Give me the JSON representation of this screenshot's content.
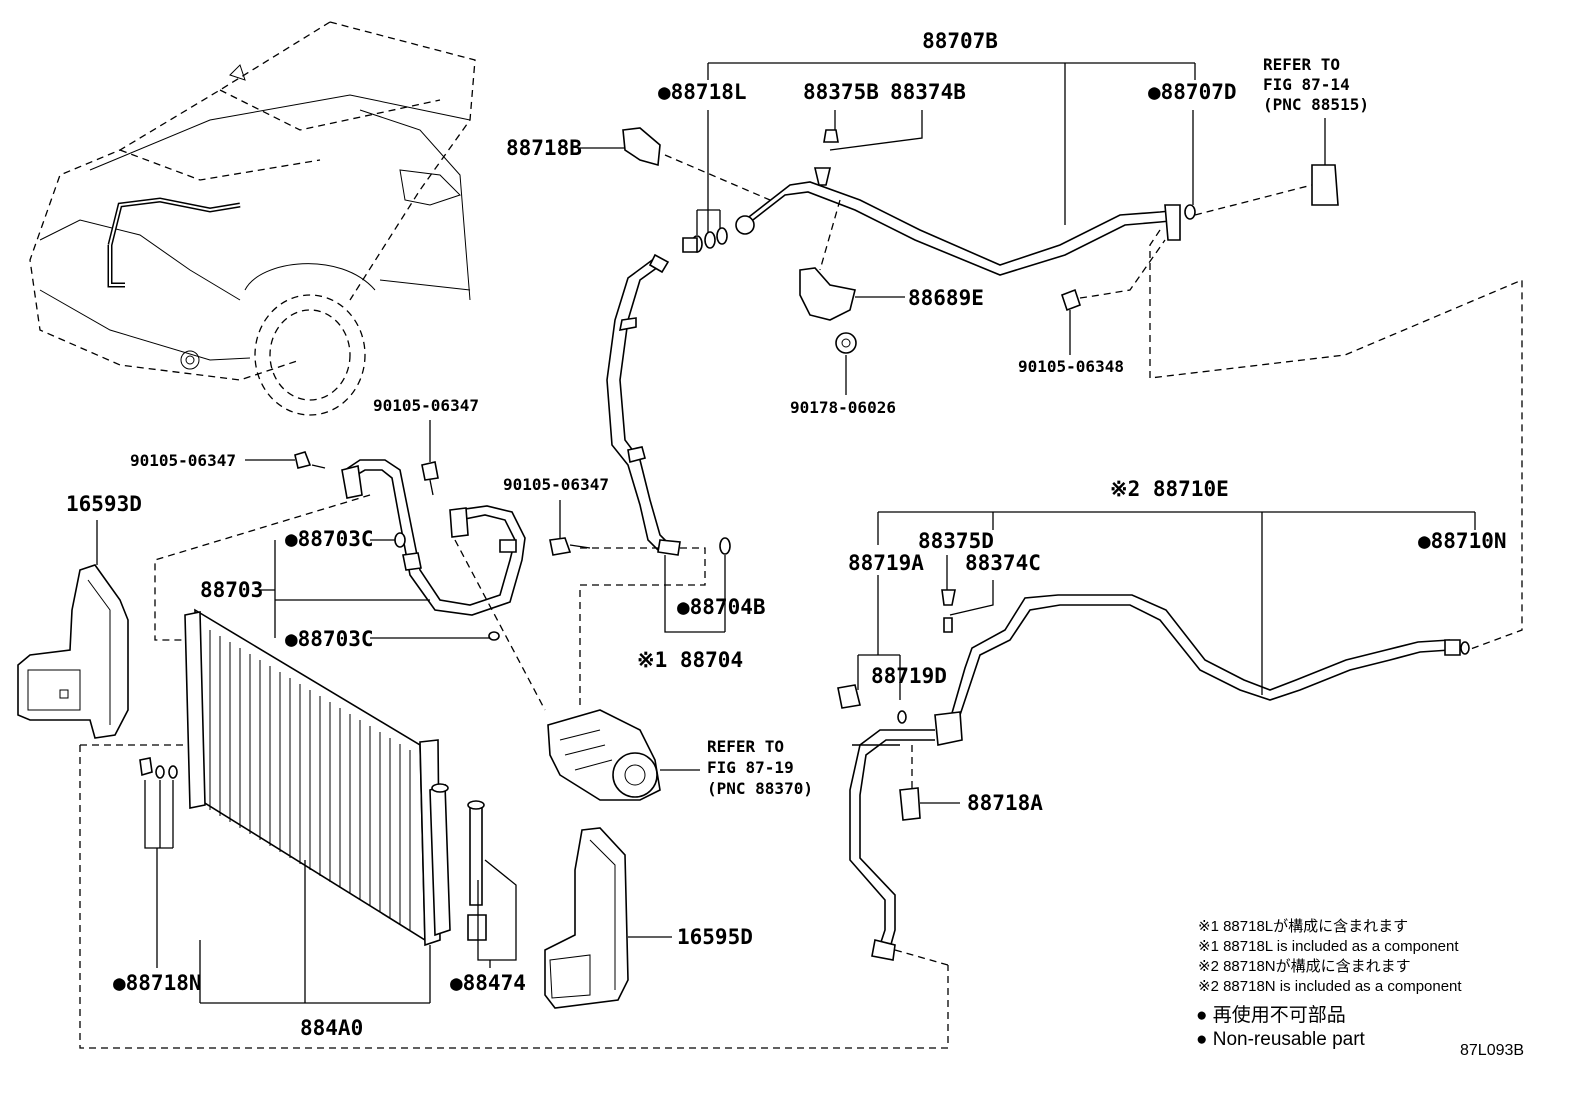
{
  "diagram_id": "87L093B",
  "labels": {
    "p88707B": "88707B",
    "p88718L": "●88718L",
    "p88375B": "88375B",
    "p88374B": "88374B",
    "p88707D": "●88707D",
    "refer_a_1": "REFER TO",
    "refer_a_2": "FIG 87-14",
    "refer_a_3": "(PNC 88515)",
    "p88718B": "88718B",
    "p88689E": "88689E",
    "p90105_06348": "90105-06348",
    "p90178_06026": "90178-06026",
    "p90105_06347_a": "90105-06347",
    "p90105_06347_b": "90105-06347",
    "p90105_06347_c": "90105-06347",
    "p16593D": "16593D",
    "p88703C_a": "●88703C",
    "p88703": "88703",
    "p88703C_b": "●88703C",
    "p88704B": "●88704B",
    "p88704": "※1 88704",
    "p88710E": "※2 88710E",
    "p88375D": "88375D",
    "p88719A": "88719A",
    "p88374C": "88374C",
    "p88710N": "●88710N",
    "p88719D": "88719D",
    "refer_b_1": "REFER TO",
    "refer_b_2": "FIG 87-19",
    "refer_b_3": "(PNC 88370)",
    "p88718A": "88718A",
    "p16595D": "16595D",
    "p88718N": "●88718N",
    "p88474": "●88474",
    "p884A0": "884A0"
  },
  "notes": [
    "※1 88718Lが構成に含まれます",
    "※1 88718L  is included as a component",
    "※2 88718Nが構成に含まれます",
    "※2 88718N  is included as a component"
  ],
  "legend": {
    "jp": "● 再使用不可部品",
    "en": "● Non-reusable part"
  }
}
